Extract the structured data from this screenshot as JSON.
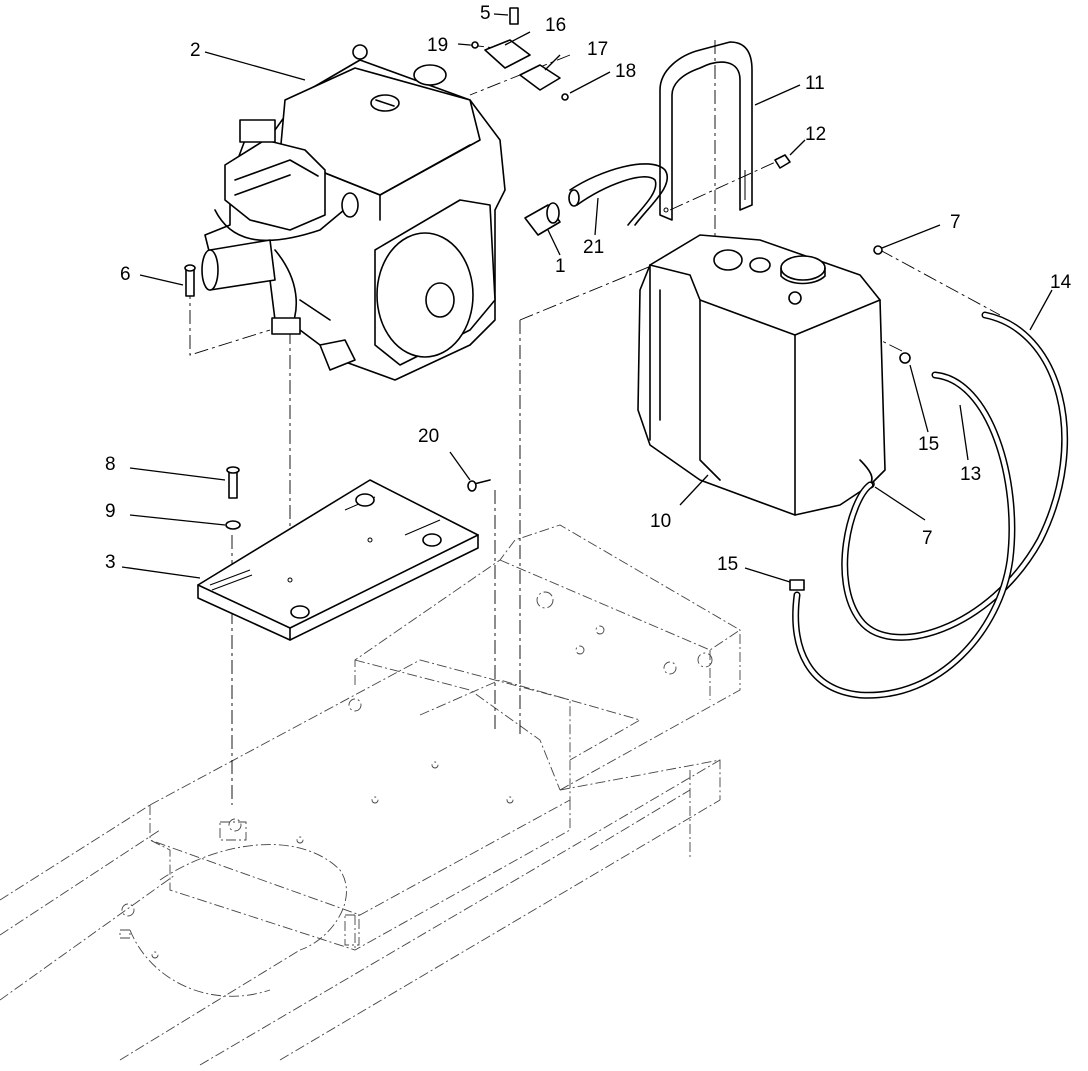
{
  "callouts": {
    "c1": "1",
    "c2": "2",
    "c3": "3",
    "c5": "5",
    "c6": "6",
    "c7a": "7",
    "c7b": "7",
    "c8": "8",
    "c9": "9",
    "c10": "10",
    "c11": "11",
    "c12": "12",
    "c13": "13",
    "c14": "14",
    "c15a": "15",
    "c15b": "15",
    "c16": "16",
    "c17": "17",
    "c18": "18",
    "c19": "19",
    "c20": "20",
    "c21": "21"
  }
}
